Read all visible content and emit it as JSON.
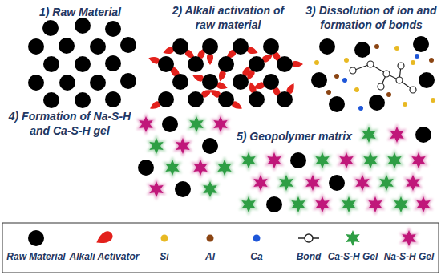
{
  "diagram": {
    "labels": [
      "1) Raw Material",
      "2) Alkali activation of raw material",
      "3) Dissolution of ion and formation of bonds",
      "4) Formation of Na-S-H and Ca-S-H gel",
      "5) Geopolymer matrix"
    ],
    "legend": [
      {
        "text": "Raw Material",
        "color": "#000000"
      },
      {
        "text": "Alkali Activator",
        "color": "#e3211c"
      },
      {
        "text": "Si",
        "color": "#e8b923"
      },
      {
        "text": "Al",
        "color": "#8b4513"
      },
      {
        "text": "Ca",
        "color": "#1e56d8"
      },
      {
        "text": "Bond"
      },
      {
        "text": "Ca-S-H Gel",
        "color": "#2e9e44"
      },
      {
        "text": "Na-S-H Gel",
        "color": "#c0177a"
      }
    ]
  }
}
